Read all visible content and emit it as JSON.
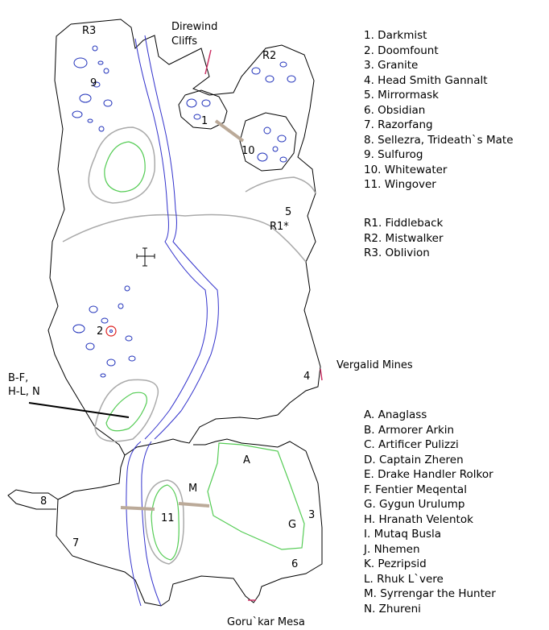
{
  "place_labels": {
    "direwind": "Direwind",
    "cliffs": "Cliffs",
    "vergalid": "Vergalid Mines",
    "gorukar": "Goru`kar Mesa",
    "bf": "B-F,",
    "hl": "H-L, N"
  },
  "map_markers": {
    "r3": "R3",
    "r2": "R2",
    "r1": "R1*",
    "n1": "1",
    "n2": "2",
    "n4": "4",
    "n5": "5",
    "n6": "6",
    "n7": "7",
    "n8": "8",
    "n9": "9",
    "n10": "10",
    "n11": "11",
    "n3": "3",
    "a": "A",
    "g": "G",
    "m": "M"
  },
  "legend_numbered": [
    "1. Darkmist",
    "2. Doomfount",
    "3. Granite",
    "4. Head Smith Gannalt",
    "5. Mirrormask",
    "6. Obsidian",
    "7. Razorfang",
    "8. Sellezra, Trideath`s Mate",
    "9. Sulfurog",
    "10. Whitewater",
    "11. Wingover"
  ],
  "legend_rares": [
    "R1. Fiddleback",
    "R2. Mistwalker",
    "R3. Oblivion"
  ],
  "legend_lettered": [
    "A. Anaglass",
    "B. Armorer Arkin",
    "C. Artificer Pulizzi",
    "D. Captain Zheren",
    "E. Drake Handler Rolkor",
    "F. Fentier Meqental",
    "G. Gygun Urulump",
    "H. Hranath Velentok",
    "I. Mutaq Busla",
    "J. Nhemen",
    "K. Pezripsid",
    "L. Rhuk L`vere",
    "M. Syrrengar the Hunter",
    "N. Zhureni"
  ],
  "colors": {
    "outline": "#000000",
    "river": "#3333cc",
    "pool": "#2233bb",
    "grass": "#55cc55",
    "ridge": "#aaaaaa",
    "bridge": "#bbaa99",
    "cliff": "#cc3366",
    "marker2": "#dd2222"
  }
}
